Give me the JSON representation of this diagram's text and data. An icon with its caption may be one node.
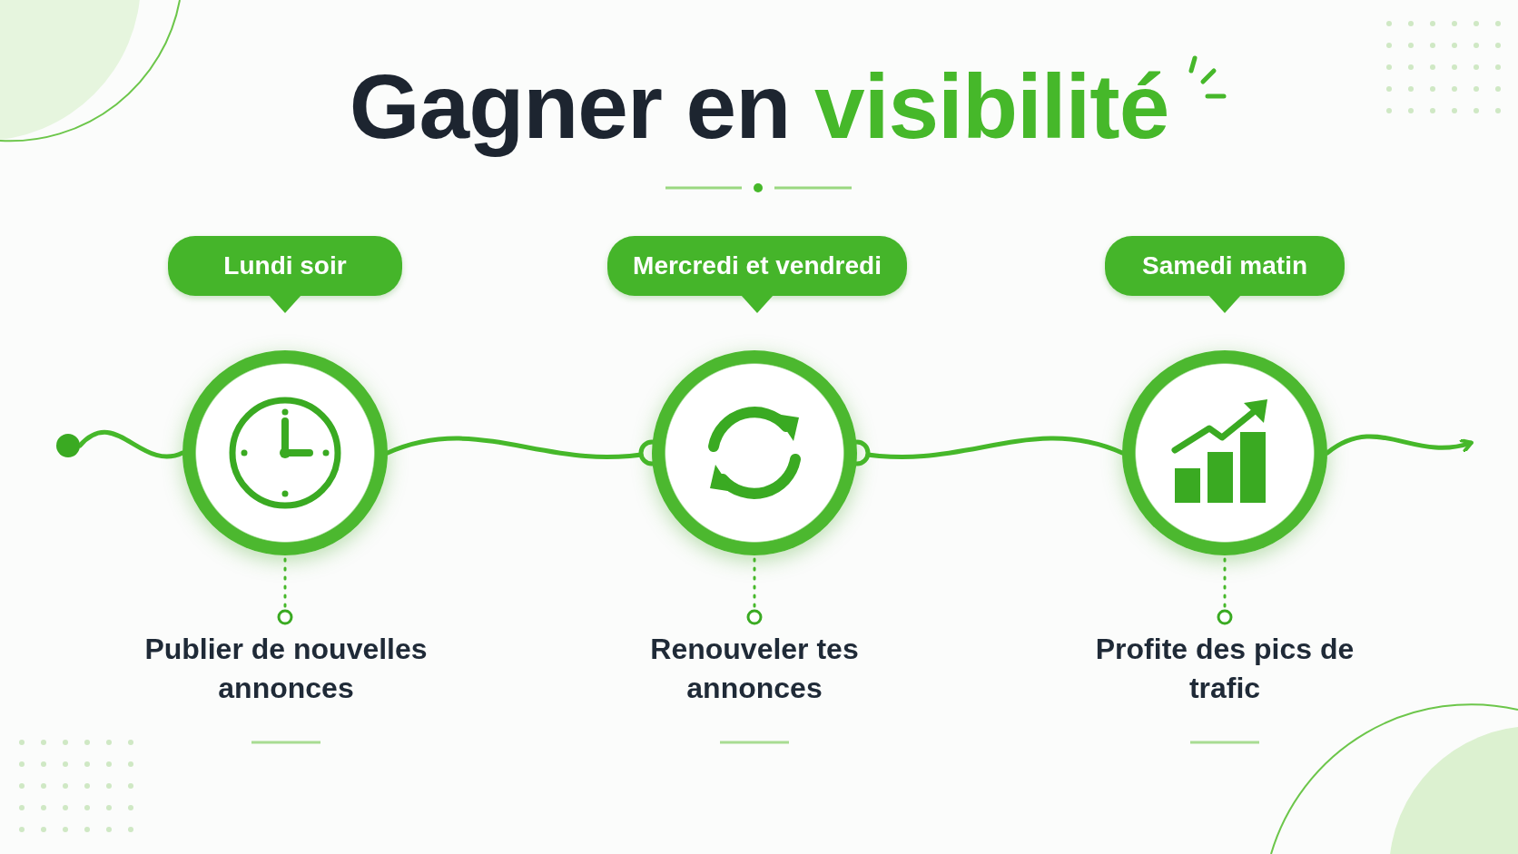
{
  "diagram": {
    "title": "Gagner en visibilité",
    "nodes": [
      {
        "text": [],
        "shape": "circle"
      },
      {
        "text": [
          "Lundi soir"
        ]
      },
      {
        "text": [],
        "shape": "circle"
      },
      {
        "text": [
          "Publier de nouvelles annonces"
        ]
      },
      {
        "text": [
          "Mercredi et vendredi"
        ]
      },
      {
        "text": [],
        "shape": "circle"
      },
      {
        "text": [
          "Renouveler tes annonces"
        ]
      },
      {
        "text": [
          "Samedi matin"
        ]
      },
      {
        "text": [],
        "shape": "circle"
      },
      {
        "text": [
          "Profite des pics de trafic"
        ]
      }
    ],
    "edges": [
      {
        "from": 0,
        "to": 2,
        "arrow": "none"
      },
      {
        "from": 2,
        "to": 5,
        "arrow": "other"
      },
      {
        "from": 8,
        "to": 5,
        "arrow": "other"
      },
      {
        "from": 8,
        "to": null,
        "arrow": "to"
      },
      {
        "from": 2,
        "to": 3,
        "arrow": "other",
        "style": "dashed"
      },
      {
        "from": 5,
        "to": 6,
        "arrow": "other",
        "style": "dashed"
      },
      {
        "from": 8,
        "to": 9,
        "arrow": "other",
        "style": "dashed"
      }
    ]
  }
}
